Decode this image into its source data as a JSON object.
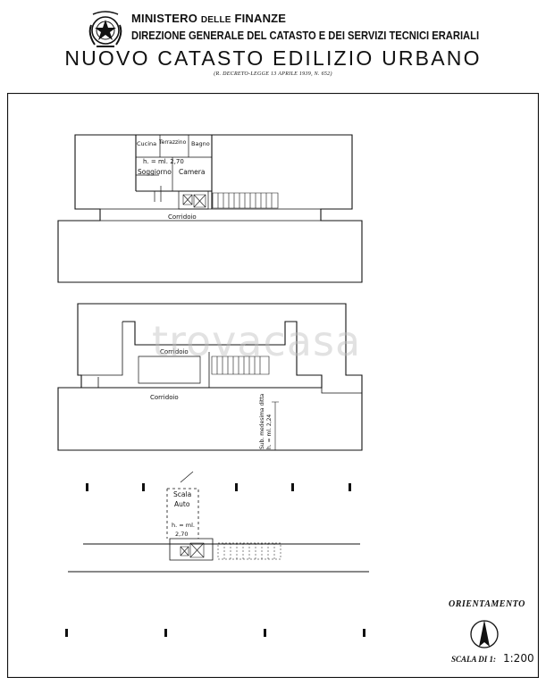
{
  "header": {
    "ministry_main": "MINISTERO",
    "ministry_small": "DELLE",
    "ministry_end": "FINANZE",
    "direction": "DIREZIONE GENERALE DEL CATASTO E DEI SERVIZI TECNICI ERARIALI",
    "title": "NUOVO CATASTO EDILIZIO URBANO",
    "decree": "(R. DECRETO-LEGGE 13 APRILE 1939, N. 652)"
  },
  "plan_upper": {
    "rooms": {
      "kitchen": "Cucina",
      "terrace": "Terrazzino",
      "bath": "Bagno",
      "living": "Soggiorno",
      "bedroom": "Camera",
      "corridor": "Corridoio"
    },
    "height": "h. = ml. 2,70"
  },
  "plan_middle": {
    "corridor_top": "Corridoio",
    "corridor_bottom": "Corridoio",
    "neighbor_note": "Sub. medesima ditta",
    "height": "h. = ml. 2,24"
  },
  "plan_lower": {
    "garage_line1": "Scala",
    "garage_line2": "Auto",
    "height_line1": "h. = ml.",
    "height_line2": "2,70"
  },
  "footer": {
    "orientation": "ORIENTAMENTO",
    "scale_label": "SCALA DI 1:",
    "scale_value": "1:200"
  },
  "watermark": "trovacasa"
}
